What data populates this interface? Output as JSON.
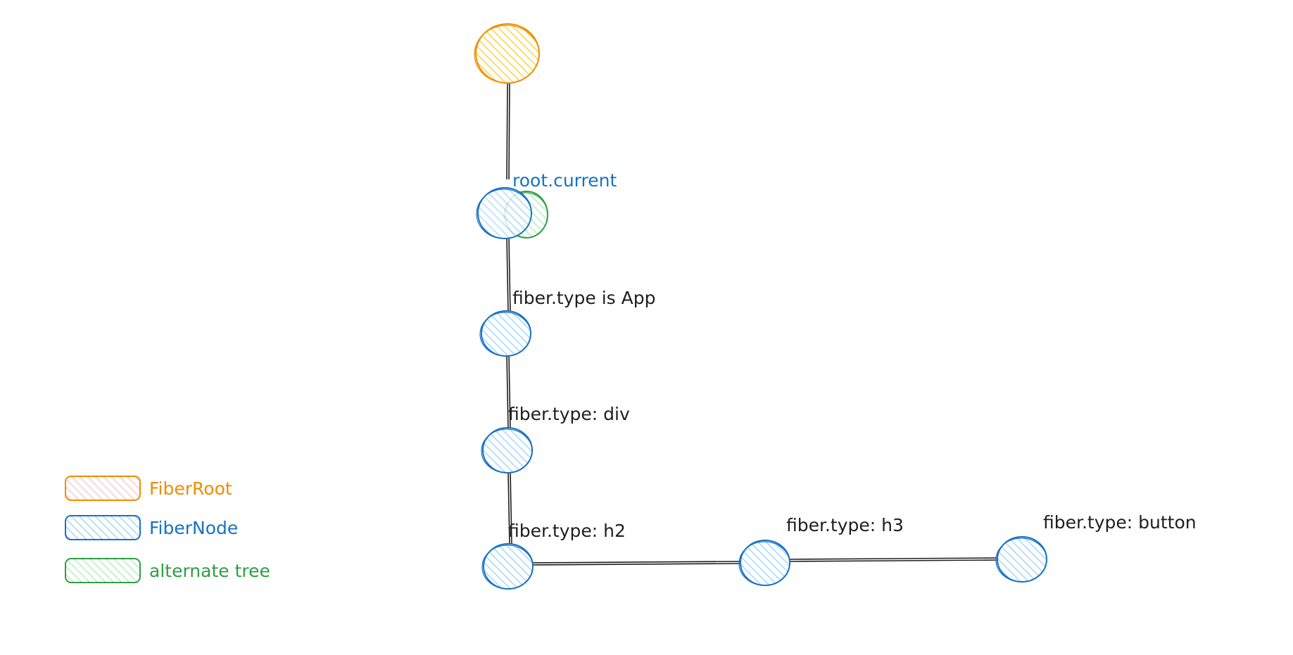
{
  "colors": {
    "fiber_root_stroke": "#f08c00",
    "fiber_root_fill": "#ffd43b",
    "fiber_node_stroke": "#1971c2",
    "fiber_node_fill": "#a5d8ff",
    "alternate_stroke": "#2f9e44",
    "alternate_fill": "#b2f2bb",
    "legend_root_fill": "#ffc9c9",
    "label_text": "#1e1e1e",
    "edge": "#1e1e1e"
  },
  "labels": {
    "root_current": "root.current",
    "app": "fiber.type is App",
    "div": "fiber.type: div",
    "h2": "fiber.type: h2",
    "h3": "fiber.type: h3",
    "button": "fiber.type: button"
  },
  "legend": {
    "fiber_root": "FiberRoot",
    "fiber_node": "FiberNode",
    "alternate_tree": "alternate tree"
  }
}
